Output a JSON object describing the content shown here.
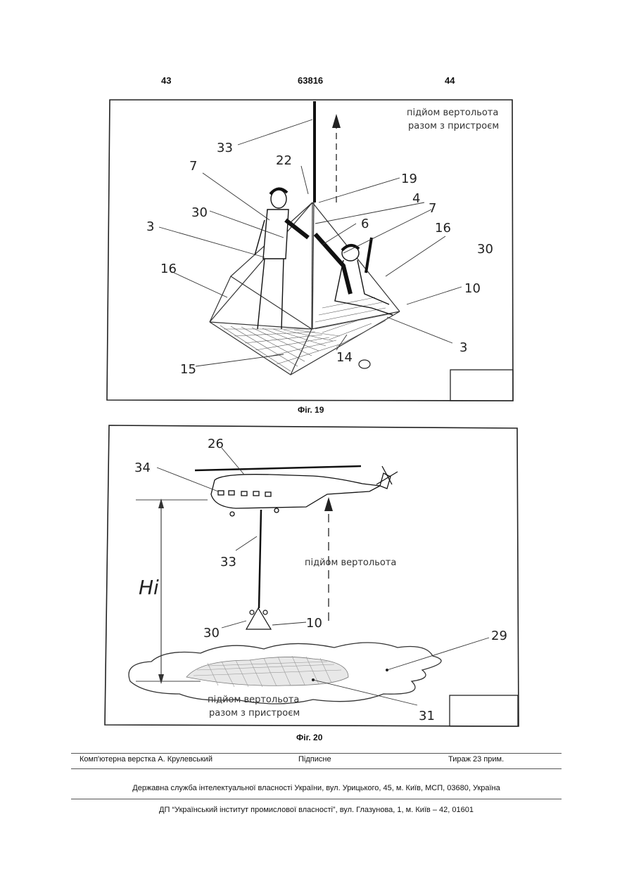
{
  "header": {
    "left": "43",
    "center": "63816",
    "right": "44"
  },
  "fig19": {
    "caption": "Фіг. 19",
    "note_line1": "підйом вертольота",
    "note_line2": "разом з пристроєм",
    "labels": [
      "33",
      "22",
      "19",
      "7",
      "4",
      "7",
      "30",
      "6",
      "3",
      "16",
      "30",
      "16",
      "10",
      "3",
      "14",
      "15"
    ]
  },
  "fig20": {
    "caption": "Фіг. 20",
    "lift_note": "підйом вертольота",
    "bottom_note_line1": "підйом вертольота",
    "bottom_note_line2": "разом з пристроєм",
    "height_label": "Hi",
    "labels": [
      "26",
      "34",
      "33",
      "30",
      "10",
      "29",
      "31"
    ]
  },
  "footer": {
    "layout": "Комп'ютерна верстка А. Крулевський",
    "signed": "Підписне",
    "circulation": "Тираж 23 прим.",
    "agency": "Державна служба інтелектуальної власності України, вул. Урицького, 45, м. Київ, МСП, 03680, Україна",
    "institute": "ДП “Український інститут промислової власності”, вул. Глазунова, 1, м. Київ – 42, 01601"
  }
}
